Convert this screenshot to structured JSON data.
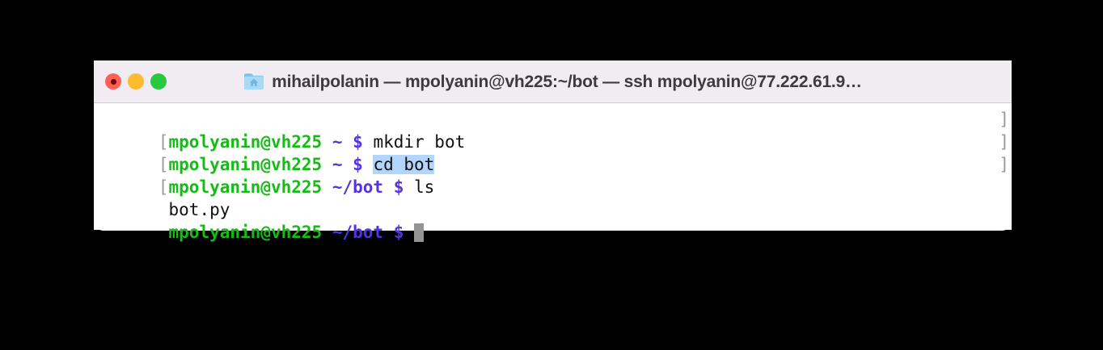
{
  "window": {
    "title": "mihailpolanin — mpolyanin@vh225:~/bot — ssh mpolyanin@77.222.61.9…",
    "folder_icon": "folder-home-icon",
    "traffic_lights": [
      {
        "name": "close",
        "label": "Close",
        "color": "#ff5f57"
      },
      {
        "name": "minimize",
        "label": "Minimize",
        "color": "#febb2e"
      },
      {
        "name": "maximize",
        "label": "Maximize",
        "color": "#28c840"
      }
    ]
  },
  "colors": {
    "titlebar_bg": "#f1ecf2",
    "terminal_bg": "#ffffff",
    "prompt_user": "#17bb17",
    "prompt_path": "#5533e0",
    "bracket": "#9a9a9a",
    "selection": "#b3d4fb",
    "cursor": "#949494",
    "text": "#000000"
  },
  "terminal": {
    "lines": [
      {
        "open_bracket": "[",
        "user": "mpolyanin@vh225",
        "path": "~",
        "dollar": "$",
        "command": "mkdir bot",
        "selected": false,
        "close_bracket": "]"
      },
      {
        "open_bracket": "[",
        "user": "mpolyanin@vh225",
        "path": "~",
        "dollar": "$",
        "command": "cd bot",
        "selected": true,
        "close_bracket": "]"
      },
      {
        "open_bracket": "[",
        "user": "mpolyanin@vh225",
        "path": "~/bot",
        "dollar": "$",
        "command": "ls",
        "selected": false,
        "close_bracket": "]"
      }
    ],
    "output": "bot.py",
    "active_prompt": {
      "open_bracket": " ",
      "user": "mpolyanin@vh225",
      "path": "~/bot",
      "dollar": "$",
      "command": "",
      "cursor": "block-cursor"
    }
  }
}
